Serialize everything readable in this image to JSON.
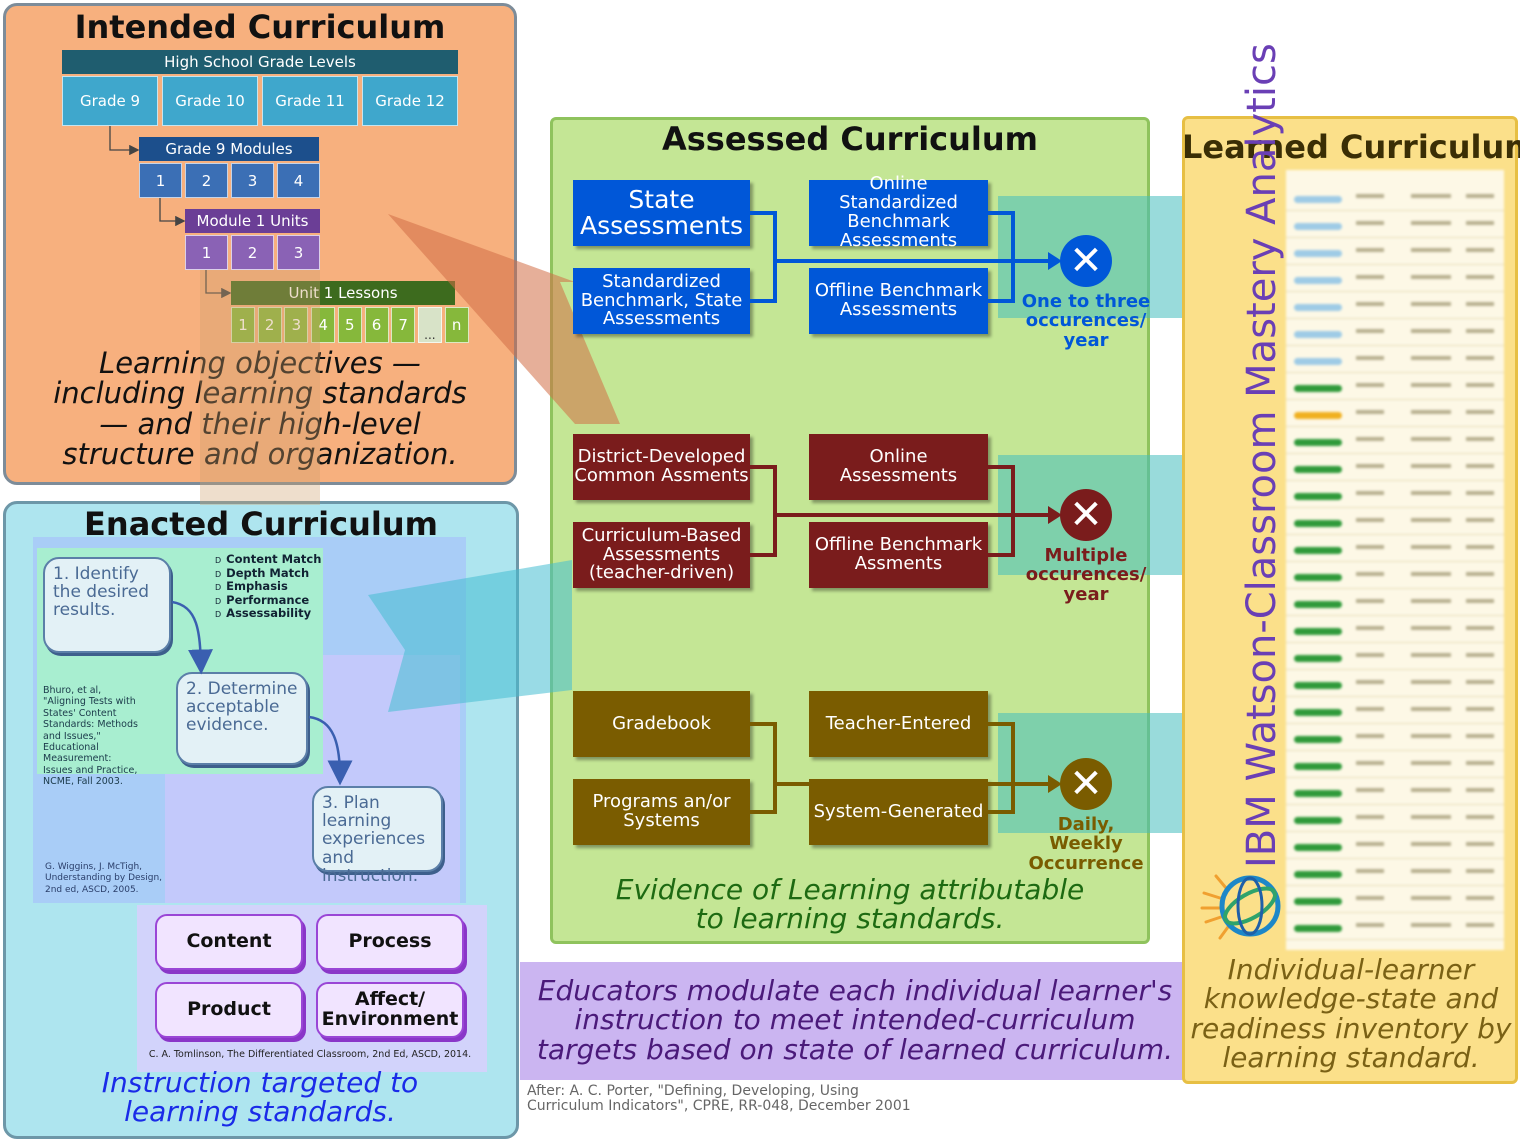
{
  "intended": {
    "title": "Intended Curriculum",
    "grade_levels_header": "High School Grade Levels",
    "grades": [
      "Grade 9",
      "Grade 10",
      "Grade 11",
      "Grade 12"
    ],
    "modules_header": "Grade 9 Modules",
    "modules": [
      "1",
      "2",
      "3",
      "4"
    ],
    "units_header": "Module 1 Units",
    "units": [
      "1",
      "2",
      "3"
    ],
    "lessons_header": "Unit 1 Lessons",
    "lessons": [
      "1",
      "2",
      "3",
      "4",
      "5",
      "6",
      "7",
      "...",
      "n"
    ],
    "caption_lines": [
      "Learning objectives —",
      "including learning standards",
      "— and their high-level",
      "structure and organization."
    ]
  },
  "enacted": {
    "title": "Enacted Curriculum",
    "steps": [
      "1. Identify the desired results.",
      "2. Determine acceptable evidence.",
      "3. Plan learning experiences and instruction."
    ],
    "checklist": [
      "Content Match",
      "Depth Match",
      "Emphasis",
      "Performance",
      "Assessability"
    ],
    "checklist_marker": "D",
    "bhuro_citation": "Bhuro, et al, \"Aligning Tests with States' Content Standards: Methods and Issues,\" Educational Measurement: Issues and Practice, NCME, Fall 2003.",
    "wiggins_citation": "G. Wiggins, J. McTigh, Understanding by Design, 2nd ed, ASCD, 2005.",
    "differentiation": [
      "Content",
      "Process",
      "Product",
      "Affect/ Environment"
    ],
    "tomlinson_citation": "C. A. Tomlinson, The Differentiated Classroom, 2nd Ed, ASCD, 2014.",
    "caption_lines": [
      "Instruction targeted to",
      "learning standards."
    ]
  },
  "assessed": {
    "title": "Assessed Curriculum",
    "rows": [
      {
        "left": [
          "State Assessments",
          "Standardized Benchmark, State Assessments"
        ],
        "right": [
          "Online Standardized Benchmark Assessments",
          "Offline Benchmark Assessments"
        ],
        "frequency": "One to three occurences/ year",
        "color": "#0057d8"
      },
      {
        "left": [
          "District-Developed Common Assments",
          "Curriculum-Based Assessments (teacher-driven)"
        ],
        "right": [
          "Online Assessments",
          "Offline Benchmark Assments"
        ],
        "frequency": "Multiple occurences/ year",
        "color": "#7a1c1c"
      },
      {
        "left": [
          "Gradebook",
          "Programs an/or Systems"
        ],
        "right": [
          "Teacher-Entered",
          "System-Generated"
        ],
        "frequency": "Daily, Weekly Occurrence",
        "color": "#7a5c00"
      }
    ],
    "caption_lines": [
      "Evidence of Learning attributable",
      "to learning standards."
    ]
  },
  "learned": {
    "title": "Learned Curriculum",
    "vertical_label": "IBM Watson-Classroom Mastery Analytics",
    "caption_lines": [
      "Individual-learner",
      "knowledge-state and",
      "readiness inventory by",
      "learning standard."
    ]
  },
  "bottom_banner_lines": [
    "Educators modulate each individual learner's",
    "instruction to meet intended-curriculum",
    "targets based on state of learned curriculum."
  ],
  "source_lines": [
    "After:  A. C. Porter, \"Defining, Developing, Using",
    "Curriculum Indicators\", CPRE, RR-048, December 2001"
  ],
  "colors": {
    "intended_bg": "#f7b07e",
    "enacted_bg": "#aee5ef",
    "assessed_bg": "#c4e695",
    "learned_bg": "#fbe08a",
    "blue": "#0057d8",
    "maroon": "#7a1c1c",
    "olive": "#7a5c00",
    "purple_text": "#4b1a7a"
  }
}
